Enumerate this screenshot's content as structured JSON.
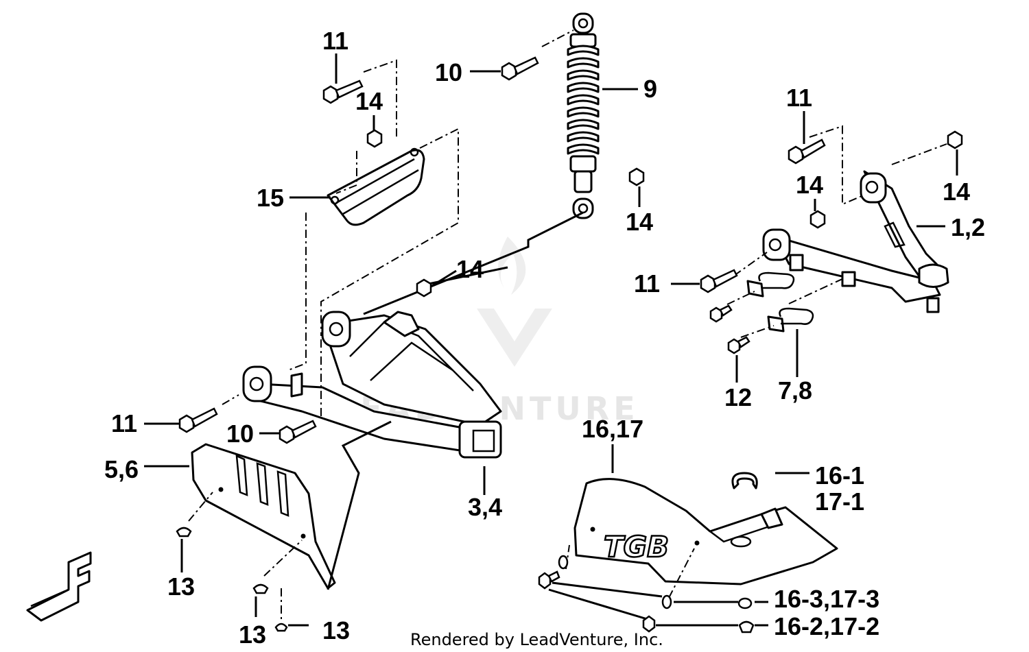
{
  "callouts": {
    "c_11_a": "11",
    "c_14_a": "14",
    "c_15": "15",
    "c_10_a": "10",
    "c_9": "9",
    "c_14_b": "14",
    "c_14_c": "14",
    "c_11_b": "11",
    "c_10_b": "10",
    "c_5_6": "5,6",
    "c_3_4": "3,4",
    "c_13_a": "13",
    "c_13_b": "13",
    "c_13_c": "13",
    "c_11_c": "11",
    "c_14_d": "14",
    "c_14_e": "14",
    "c_1_2": "1,2",
    "c_11_d": "11",
    "c_12": "12",
    "c_7_8": "7,8",
    "c_16_17": "16,17",
    "c_16_1": "16-1",
    "c_17_1": "17-1",
    "c_16_3": "16-3,17-3",
    "c_16_2": "16-2,17-2"
  },
  "footer": "Rendered by LeadVenture, Inc.",
  "watermark": "LEADVENTURE",
  "skid_logo": "TGB",
  "direction_mark": "F"
}
